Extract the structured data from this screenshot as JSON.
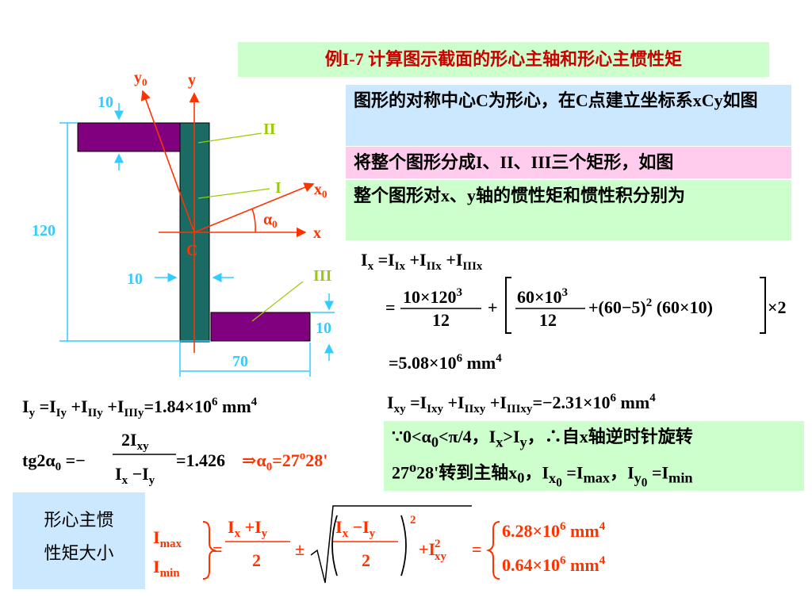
{
  "title": "例I-7  计算图示截面的形心主轴和形心主惯性矩",
  "notes": {
    "n1": "图形的对称中心C为形心，在C点建立坐标系xCy如图",
    "n2": "将整个图形分成I、II、III三个矩形，如图",
    "n3": "整个图形对x、y轴的惯性矩和惯性积分别为"
  },
  "figure": {
    "y0": "y",
    "y0_sub": "0",
    "y": "y",
    "x0": "x",
    "x0_sub": "0",
    "x": "x",
    "alpha": "α",
    "alpha_sub": "0",
    "C": "C",
    "dim_top": "10",
    "dim_height": "120",
    "dim_web": "10",
    "dim_bottom": "10",
    "dim_width": "70",
    "label_I": "I",
    "label_II": "II",
    "label_III": "III"
  },
  "equations": {
    "Ix_head": [
      "I",
      "x",
      " =I",
      "Ix",
      " +I",
      "IIx",
      " +I",
      "IIIx"
    ],
    "Ix_line2": {
      "frac1_num": "10×120",
      "frac1_num_exp": "3",
      "frac1_den": "12",
      "frac2_num": "60×10",
      "frac2_num_exp": "3",
      "frac2_den": "12",
      "middle": "+(60−5)",
      "middle_exp": "2",
      "middle2": "(60×10)",
      "tail": "×2"
    },
    "Ix_result": "=5.08×10",
    "Ix_result_exp": "6",
    "Ix_result_unit": "mm",
    "Ix_result_unit_exp": "4",
    "Iy_line": "=1.84×10",
    "Iy_exp": "6",
    "Iy_unit": "mm",
    "Iy_unit_exp": "4",
    "Ixy_line": "=−2.31×10",
    "Ixy_exp": "6",
    "Ixy_unit": "mm",
    "Ixy_unit_exp": "4",
    "tg_prefix": "tg2α",
    "tg_result": "=1.426",
    "tg_arrow": "⇒α",
    "tg_angle": "=27",
    "tg_angle_deg": "o",
    "tg_angle_min": "28'"
  },
  "conclusion": {
    "line1_a": "∵0<α",
    "line1_b": "<π/4，I",
    "line1_c": ">I",
    "line1_d": "，∴自x轴逆时针旋转",
    "line2_a": "27",
    "line2_deg": "o",
    "line2_b": "28'转到主轴x",
    "line2_c": "，I",
    "line2_d": " =I",
    "line2_e": "，I",
    "line2_f": " =I",
    "sub_x": "x",
    "sub_y": "y",
    "sub_0": "0",
    "sub_max": "max",
    "sub_min": "min"
  },
  "principal": {
    "label": [
      "形心主惯",
      "性矩大小"
    ],
    "max_label": "max",
    "min_label": "min",
    "max_value": "6.28×10",
    "min_value": "0.64×10",
    "exp": "6",
    "unit": "mm",
    "unit_exp": "4"
  },
  "colors": {
    "purple": "#800080",
    "web": "#1a6b63",
    "dim": "#33ccff",
    "axis": "#ff3300",
    "leader": "#99cc00"
  }
}
